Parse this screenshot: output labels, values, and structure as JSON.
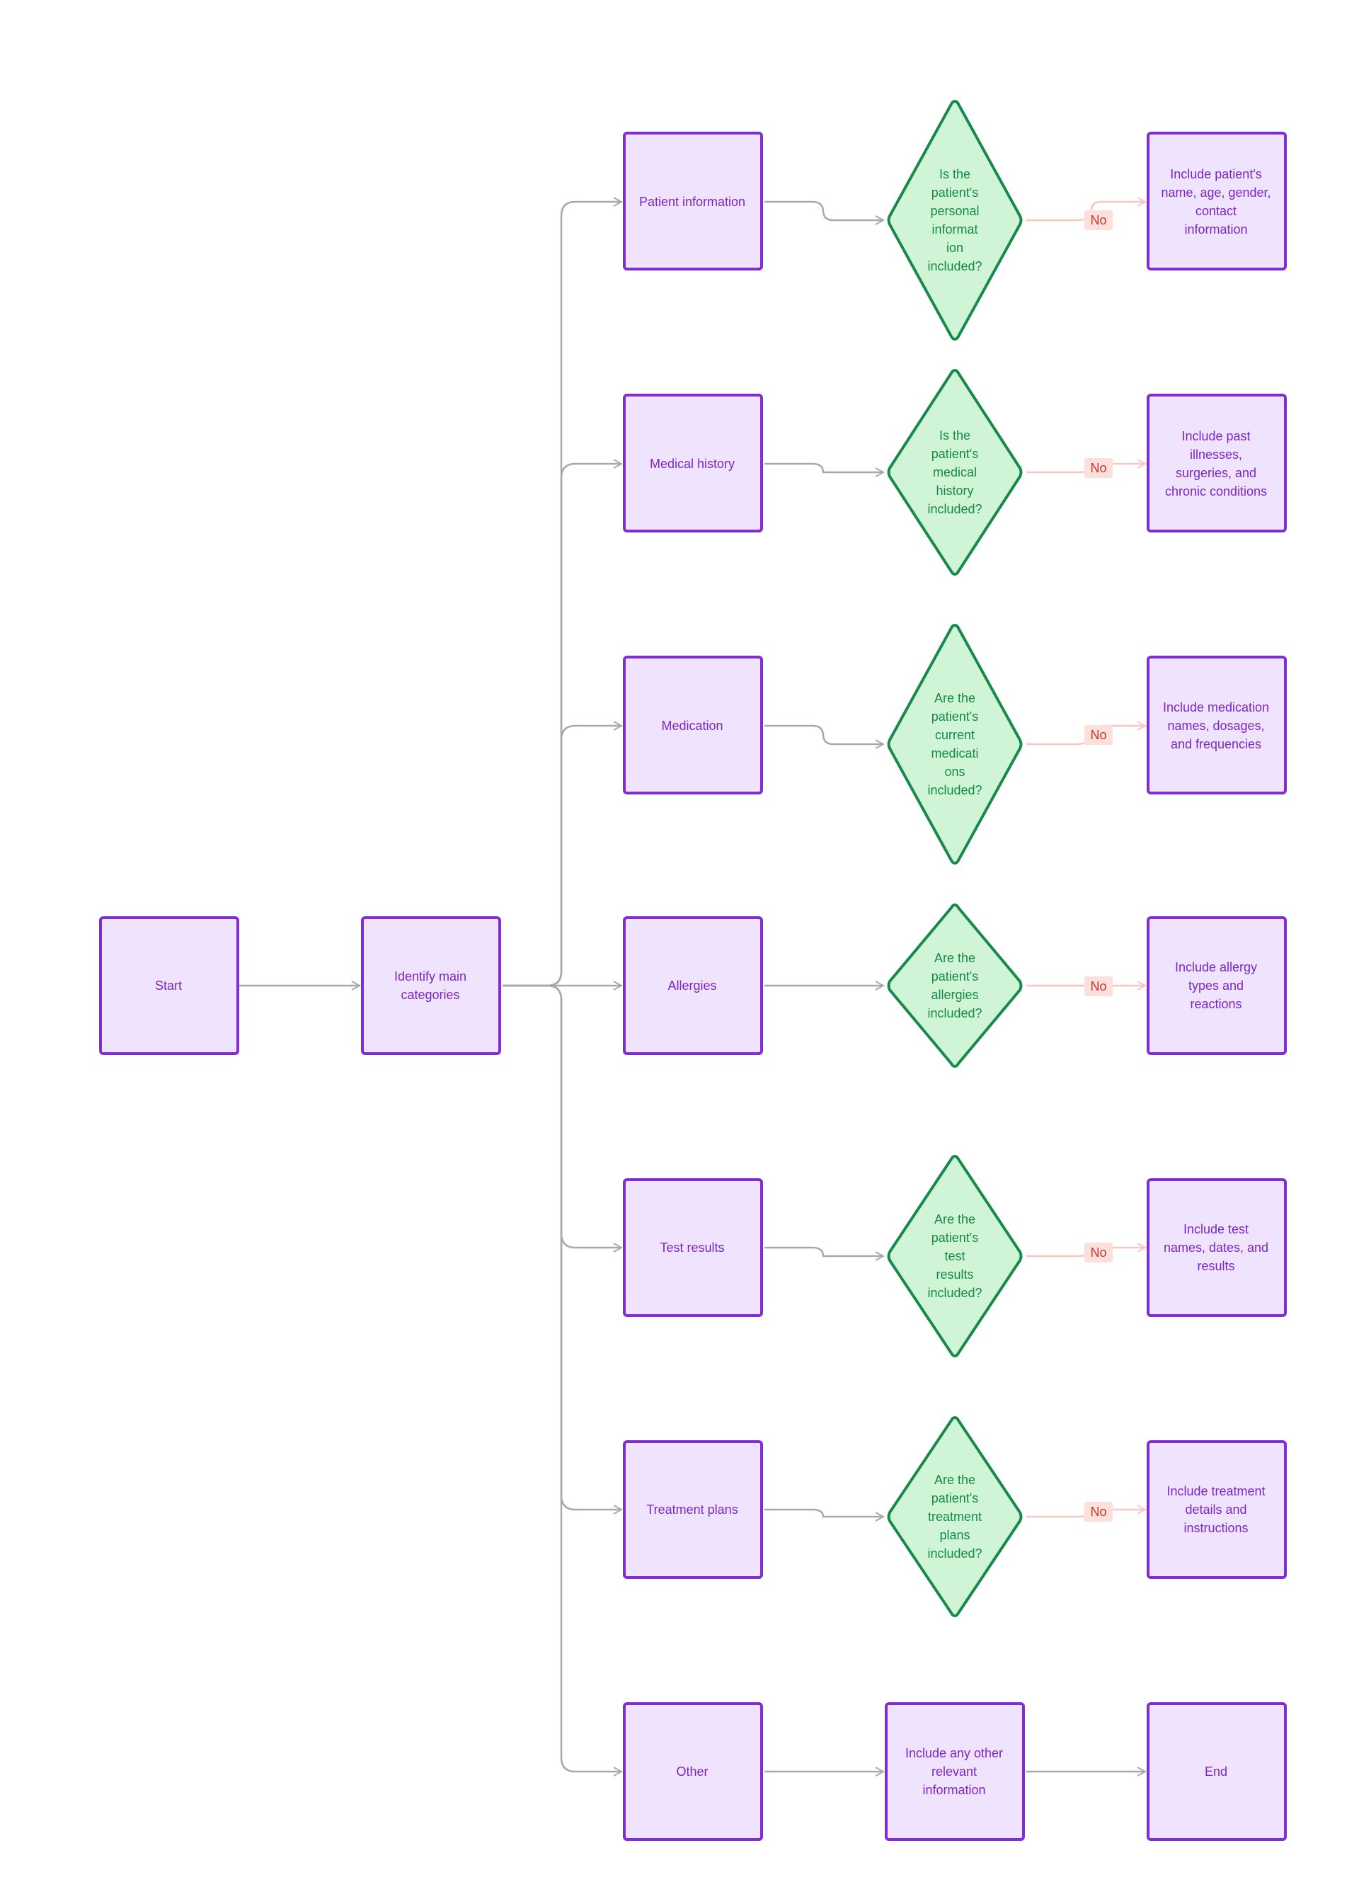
{
  "colors": {
    "box_fill": "#f0e3fd",
    "box_stroke": "#7f2fd0",
    "box_text": "#7a28c4",
    "decision_fill": "#d0f5d6",
    "decision_stroke": "#178a4b",
    "decision_text": "#158a45",
    "connector": "#a9a9a9",
    "no_fill": "#fde0dc",
    "no_text": "#c0392b",
    "no_connector": "#f7c7c0"
  },
  "nodes": {
    "start": {
      "label": [
        "Start"
      ]
    },
    "identify": {
      "label": [
        "Identify main",
        "categories"
      ]
    },
    "patient_info": {
      "label": [
        "Patient information"
      ]
    },
    "medical_history": {
      "label": [
        "Medical history"
      ]
    },
    "medication": {
      "label": [
        "Medication"
      ]
    },
    "allergies": {
      "label": [
        "Allergies"
      ]
    },
    "test_results": {
      "label": [
        "Test results"
      ]
    },
    "treatment_plans": {
      "label": [
        "Treatment plans"
      ]
    },
    "other": {
      "label": [
        "Other"
      ]
    },
    "q_personal": {
      "label": [
        "Is the",
        "patient's",
        "personal",
        "informat",
        "ion",
        "included?"
      ]
    },
    "q_history": {
      "label": [
        "Is the",
        "patient's",
        "medical",
        "history",
        "included?"
      ]
    },
    "q_medications": {
      "label": [
        "Are the",
        "patient's",
        "current",
        "medicati",
        "ons",
        "included?"
      ]
    },
    "q_allergies": {
      "label": [
        "Are the",
        "patient's",
        "allergies",
        "included?"
      ]
    },
    "q_tests": {
      "label": [
        "Are the",
        "patient's",
        "test",
        "results",
        "included?"
      ]
    },
    "q_treatment": {
      "label": [
        "Are the",
        "patient's",
        "treatment",
        "plans",
        "included?"
      ]
    },
    "include_other": {
      "label": [
        "Include any other",
        "relevant",
        "information"
      ]
    },
    "a_personal": {
      "label": [
        "Include patient's",
        "name, age, gender,",
        "contact",
        "information"
      ]
    },
    "a_history": {
      "label": [
        "Include past",
        "illnesses,",
        "surgeries, and",
        "chronic conditions"
      ]
    },
    "a_medications": {
      "label": [
        "Include medication",
        "names, dosages,",
        "and frequencies"
      ]
    },
    "a_allergies": {
      "label": [
        "Include allergy",
        "types and",
        "reactions"
      ]
    },
    "a_tests": {
      "label": [
        "Include test",
        "names, dates, and",
        "results"
      ]
    },
    "a_treatment": {
      "label": [
        "Include treatment",
        "details and",
        "instructions"
      ]
    },
    "end": {
      "label": [
        "End"
      ]
    }
  },
  "edge_labels": {
    "no": "No"
  }
}
